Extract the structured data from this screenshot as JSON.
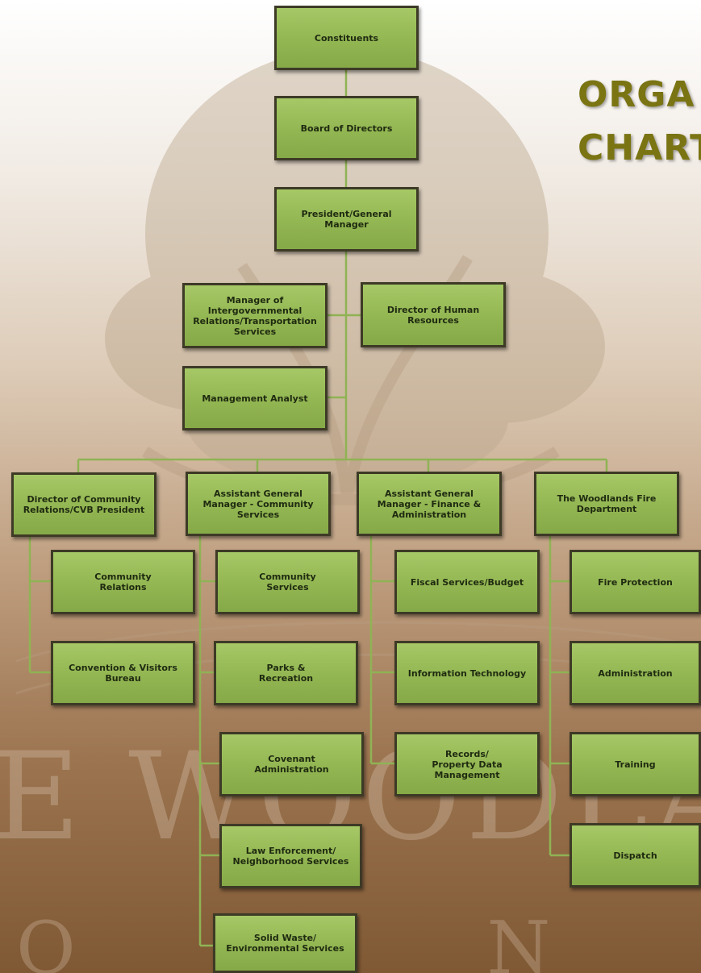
{
  "title": {
    "line1": "ORGA",
    "line2": "CHART"
  },
  "watermark": {
    "text1": "E WOODLAN",
    "text2": "O W N S H I"
  },
  "nodes": {
    "constituents": "Constituents",
    "board": "Board of Directors",
    "president": "President/General\nManager",
    "intergov": "Manager of\nIntergovernmental\nRelations/Transportation\nServices",
    "hr": "Director of Human\nResources",
    "analyst": "Management Analyst",
    "dir_community": "Director of Community\nRelations/CVB President",
    "agm_community": "Assistant General\nManager - Community\nServices",
    "agm_finance": "Assistant General\nManager - Finance &\nAdministration",
    "fire_dept": "The Woodlands Fire\nDepartment",
    "community_relations": "Community\nRelations",
    "convention": "Convention & Visitors\nBureau",
    "community_services": "Community\nServices",
    "parks": "Parks &\nRecreation",
    "covenant": "Covenant\nAdministration",
    "law": "Law Enforcement/\nNeighborhood Services",
    "solid_waste": "Solid Waste/\nEnvironmental  Services",
    "fiscal": "Fiscal Services/Budget",
    "it": "Information Technology",
    "records": "Records/\nProperty Data\nManagement",
    "fire_protection": "Fire Protection",
    "fire_admin": "Administration",
    "training": "Training",
    "dispatch": "Dispatch"
  }
}
